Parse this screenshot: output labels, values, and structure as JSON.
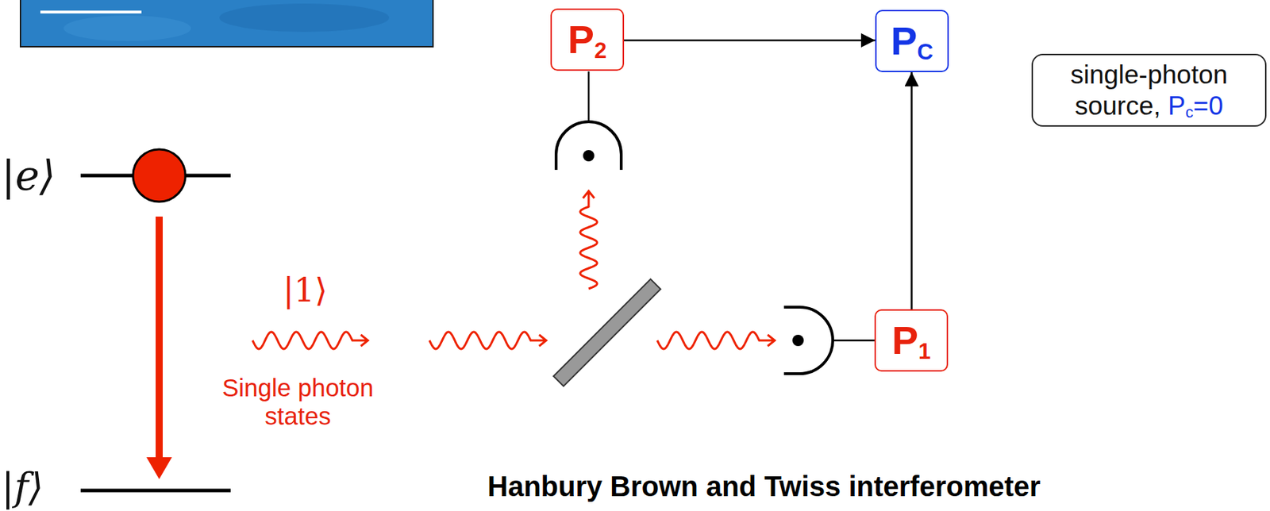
{
  "diagram": {
    "title": "Hanbury Brown and Twiss interferometer",
    "nodes": [
      {
        "text": [
          "P2"
        ]
      },
      {
        "text": [
          "PC"
        ]
      },
      {
        "text": [
          "single-photon source, Pc=0"
        ]
      },
      {
        "text": [
          "P1"
        ]
      }
    ],
    "edges": [
      {
        "from": 0,
        "to": 1,
        "arrow": "to"
      },
      {
        "from": 3,
        "to": 1,
        "arrow": "to"
      }
    ],
    "labels": [
      "|e⟩",
      "|1⟩",
      "Single photon states",
      "|f⟩"
    ]
  }
}
